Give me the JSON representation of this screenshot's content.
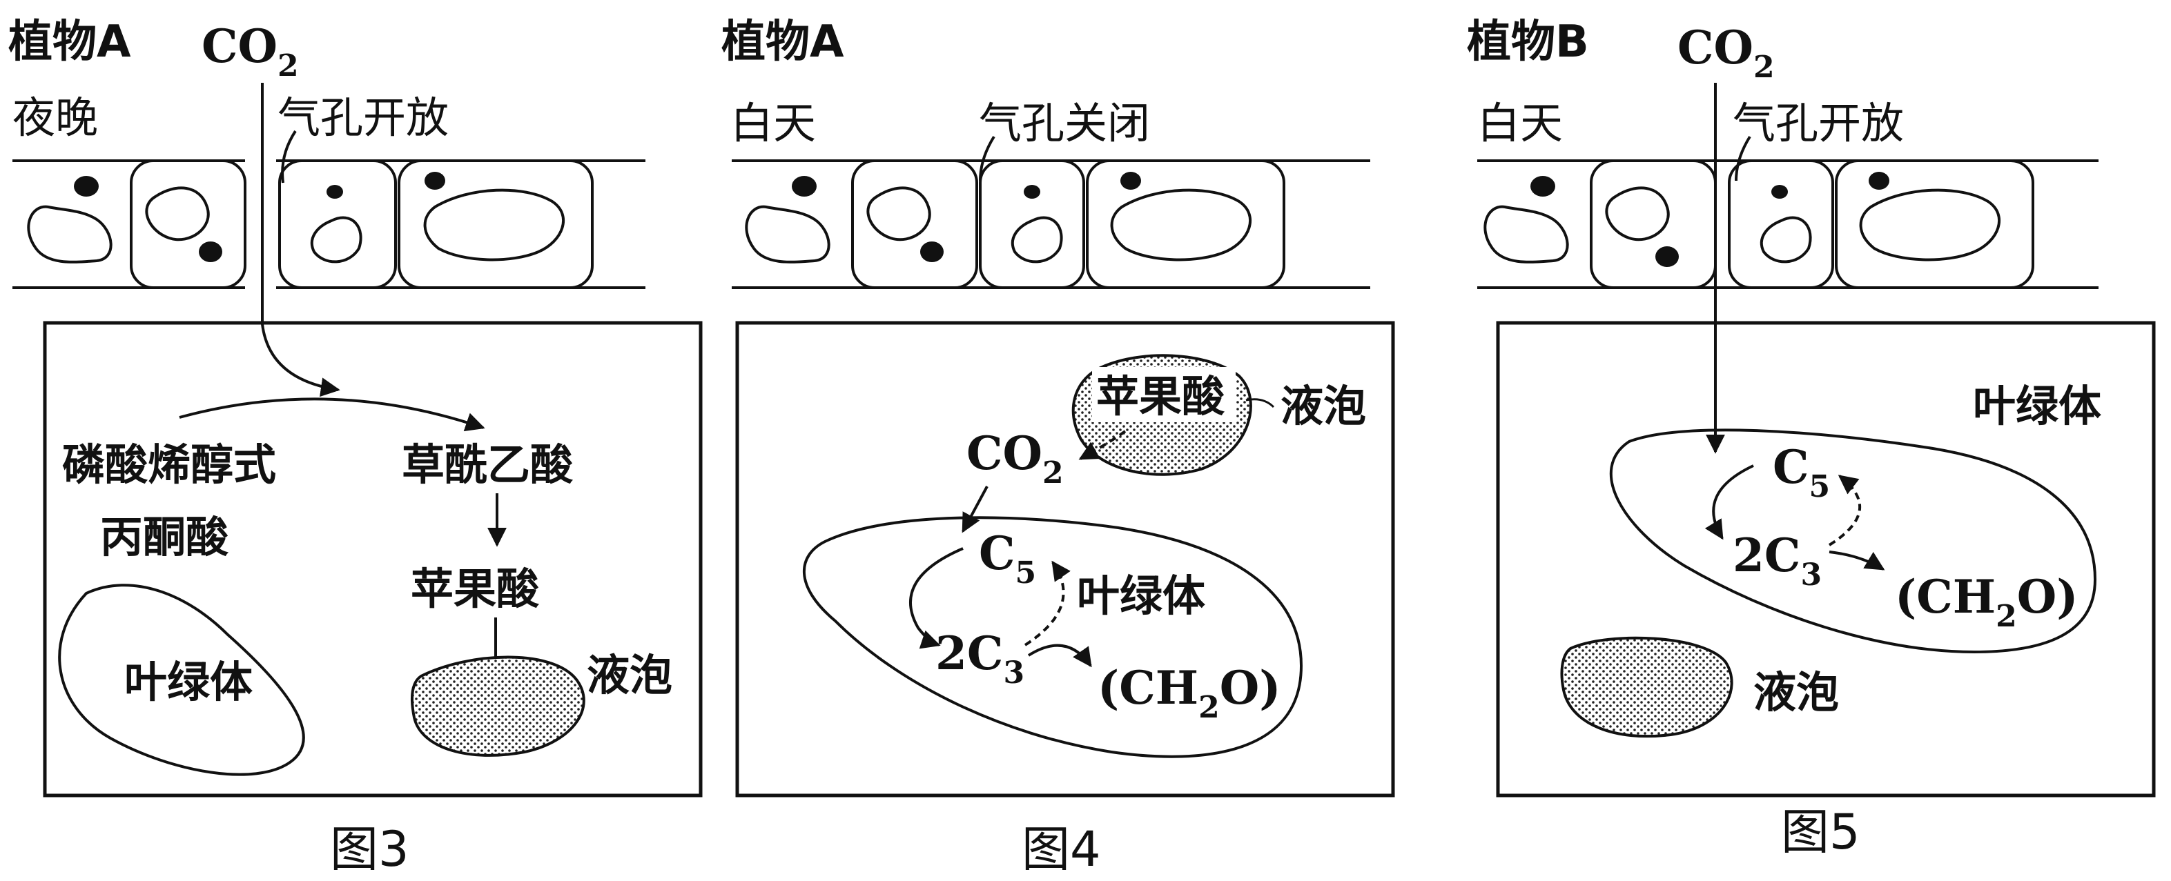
{
  "figures": [
    {
      "caption": "图3",
      "plant": "植物A",
      "time": "夜晚",
      "stomata": "气孔开放",
      "co2": "CO",
      "co2_sub": "2",
      "labels": {
        "pep": "磷酸烯醇式",
        "pyruvate": "丙酮酸",
        "oaa": "草酰乙酸",
        "malate": "苹果酸",
        "vacuole": "液泡",
        "chloroplast": "叶绿体"
      }
    },
    {
      "caption": "图4",
      "plant": "植物A",
      "time": "白天",
      "stomata": "气孔关闭",
      "labels": {
        "malate": "苹果酸",
        "vacuole": "液泡",
        "co2": "CO",
        "co2_sub": "2",
        "c5": "C",
        "c5_sub": "5",
        "c3": "2C",
        "c3_sub": "3",
        "ch2o_a": "(CH",
        "ch2o_sub": "2",
        "ch2o_b": "O)",
        "chloroplast": "叶绿体"
      }
    },
    {
      "caption": "图5",
      "plant": "植物B",
      "time": "白天",
      "stomata": "气孔开放",
      "co2": "CO",
      "co2_sub": "2",
      "labels": {
        "chloroplast": "叶绿体",
        "c5": "C",
        "c5_sub": "5",
        "c3": "2C",
        "c3_sub": "3",
        "ch2o_a": "(CH",
        "ch2o_sub": "2",
        "ch2o_b": "O)",
        "vacuole": "液泡"
      }
    }
  ]
}
